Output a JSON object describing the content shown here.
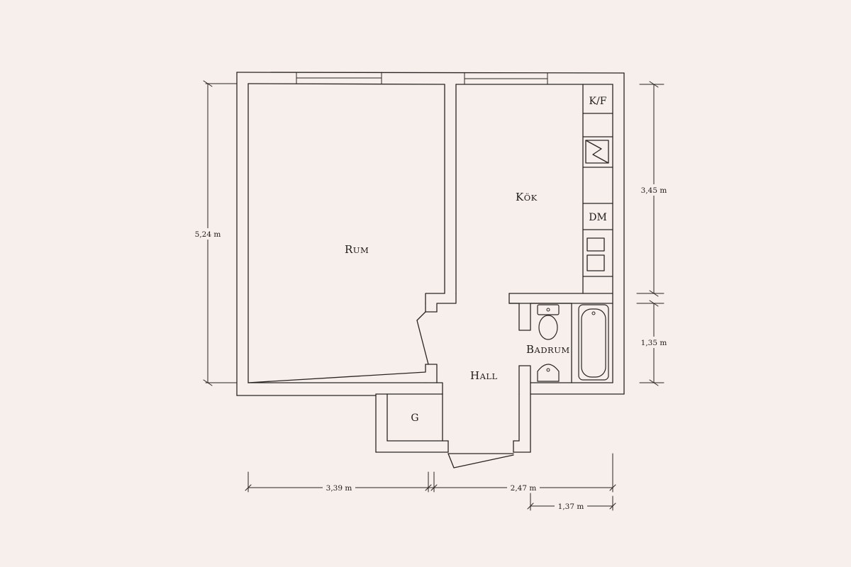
{
  "rooms": {
    "rum": {
      "first": "R",
      "rest": "UM"
    },
    "kok": {
      "first": "K",
      "rest": "ÖK"
    },
    "hall": {
      "first": "H",
      "rest": "ALL"
    },
    "badrum": {
      "first": "B",
      "rest": "ADRUM"
    },
    "g": "G"
  },
  "appliances": {
    "kf": "K/F",
    "dm": "DM"
  },
  "dimensions": {
    "left_height": "5,24 m",
    "right_upper": "3,45 m",
    "right_lower": "1,35 m",
    "bottom_left": "3,39 m",
    "bottom_right": "2,47 m",
    "bottom_small": "1,37 m"
  }
}
